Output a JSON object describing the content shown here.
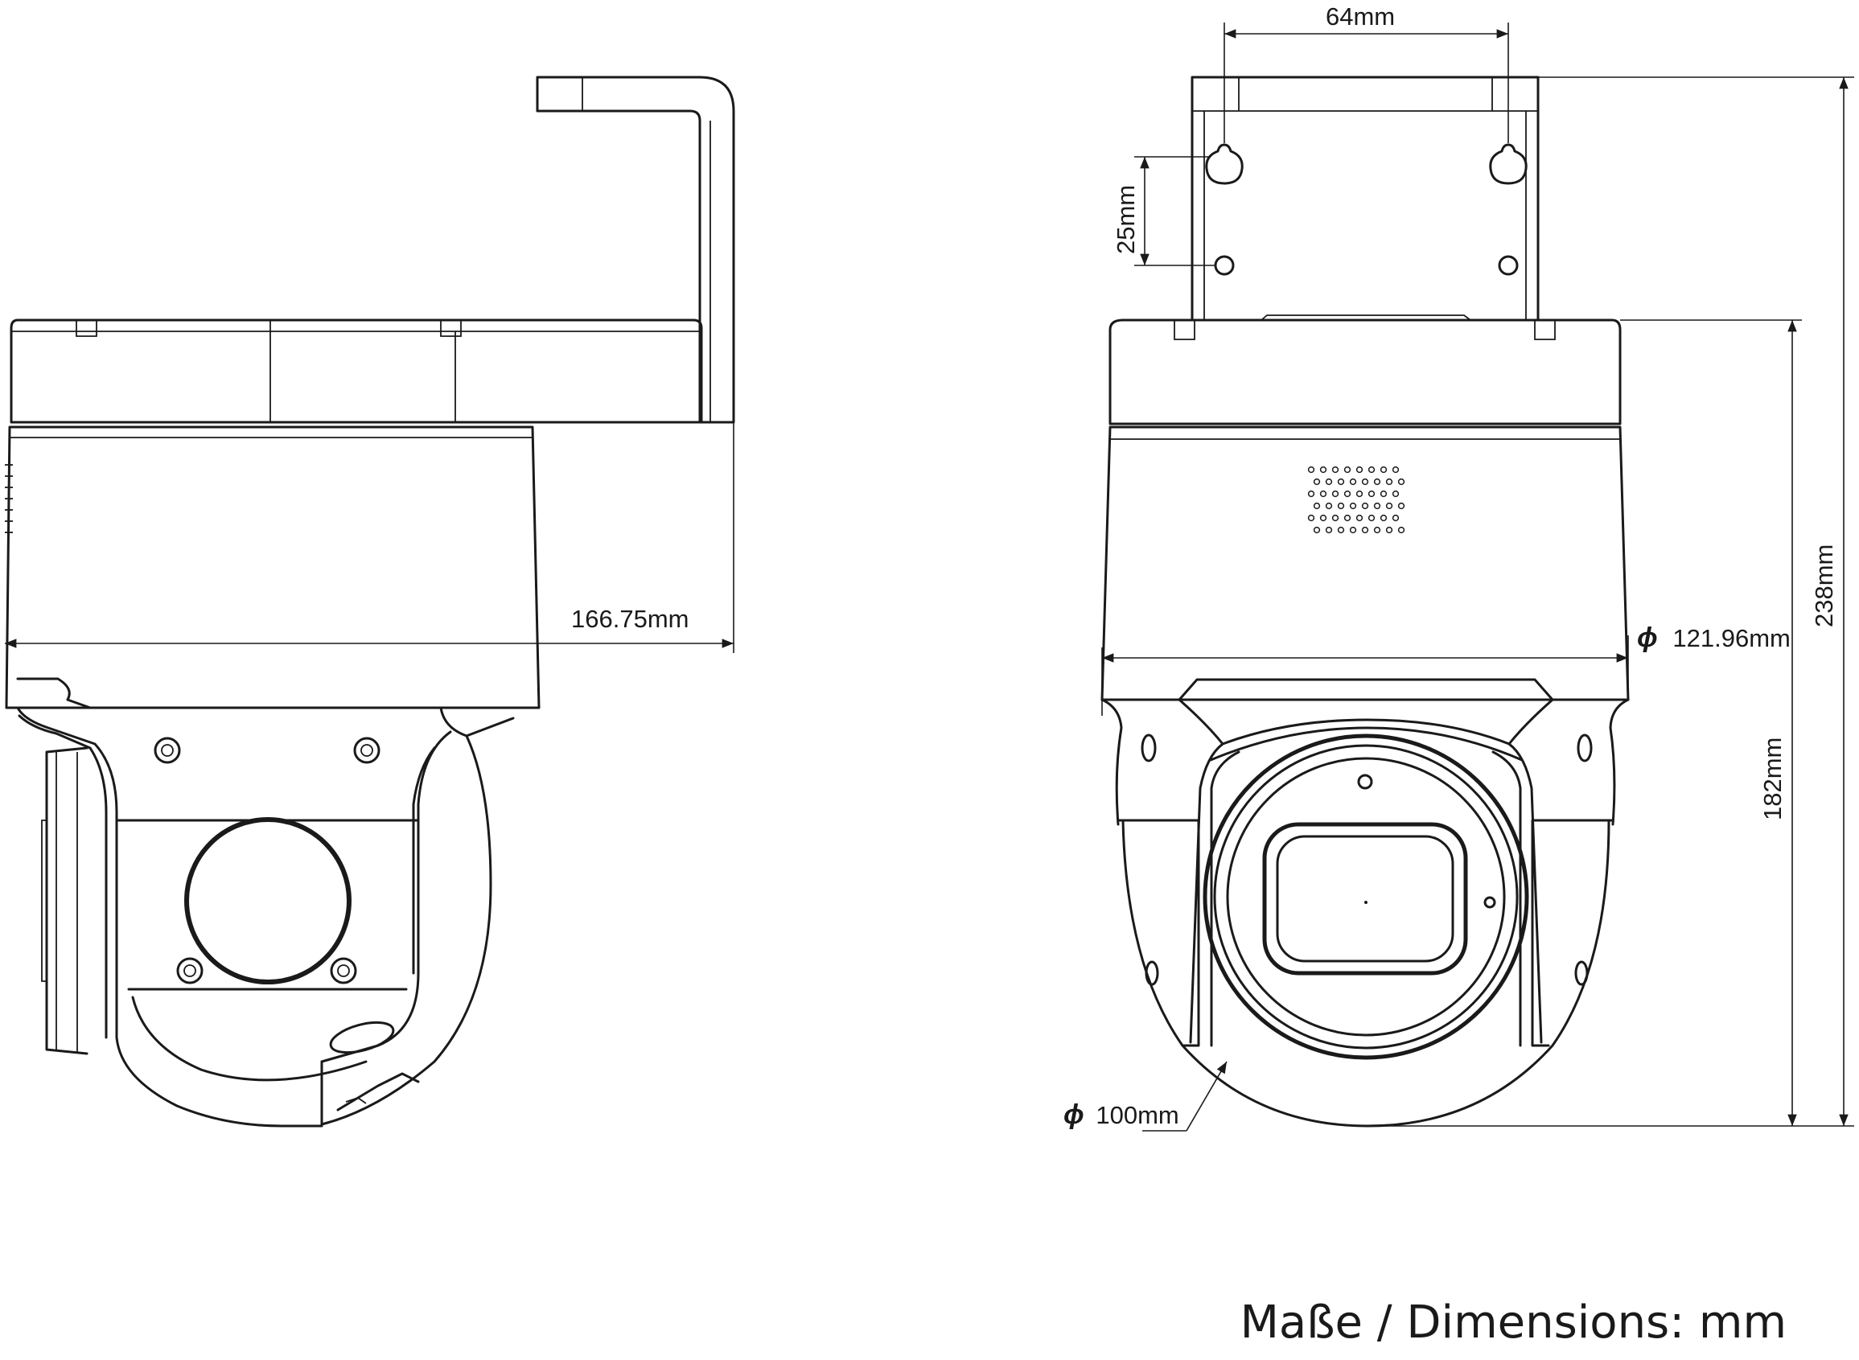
{
  "dimensions": {
    "bracket_depth": "166.75mm",
    "hole_spacing": "64mm",
    "hole_vertical": "25mm",
    "housing_diameter_symbol": "ϕ",
    "housing_diameter": "121.96mm",
    "dome_diameter_symbol": "ϕ",
    "dome_diameter": "100mm",
    "total_height": "238mm",
    "body_height": "182mm"
  },
  "caption": "Maße / Dimensions: mm"
}
